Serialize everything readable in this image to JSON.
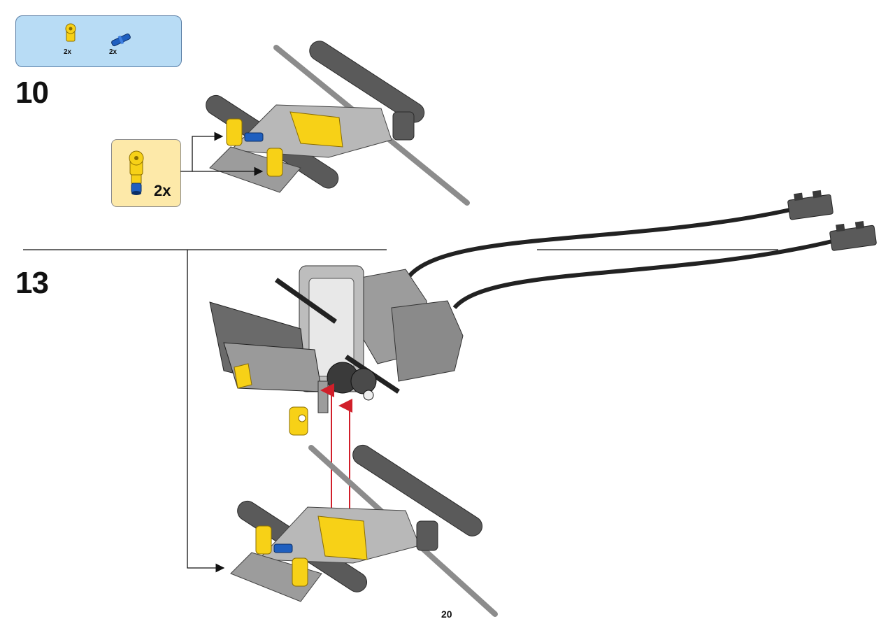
{
  "parts_list": {
    "items": [
      {
        "qty": "2x",
        "icon": "yellow-axle-pin-connector-icon",
        "color": "#f7d117"
      },
      {
        "qty": "2x",
        "icon": "blue-axle-pin-icon",
        "color": "#1f5fbf"
      }
    ]
  },
  "steps": [
    {
      "number": "10"
    },
    {
      "number": "13"
    }
  ],
  "sub_assembly": {
    "qty": "2x"
  },
  "page": {
    "number": "20"
  },
  "colors": {
    "parts_box_bg": "#b8dcf5",
    "sub_box_bg": "#fde9a9",
    "arrow_red": "#d11f2a",
    "beam_dark": "#5a5a5a",
    "part_yellow": "#f7d117",
    "part_blue": "#1f5fbf"
  }
}
